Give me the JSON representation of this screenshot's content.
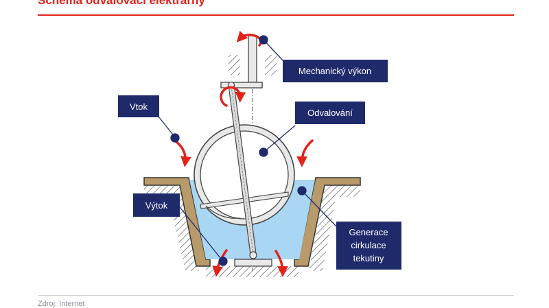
{
  "title": "Schéma odvalovací elektrárny",
  "source": "Zdroj: Internet",
  "labels": {
    "mechanical": "Mechanický výkon",
    "inflow": "Vtok",
    "rolling": "Odvalování",
    "outflow": "Výtok",
    "circulation": [
      "Generace",
      "cirkulace",
      "tekutiny"
    ]
  },
  "colors": {
    "accent": "#e2231a",
    "label_box": "#1f2a6b",
    "water": "#a9d6f2",
    "channel": "#b99b6b"
  }
}
